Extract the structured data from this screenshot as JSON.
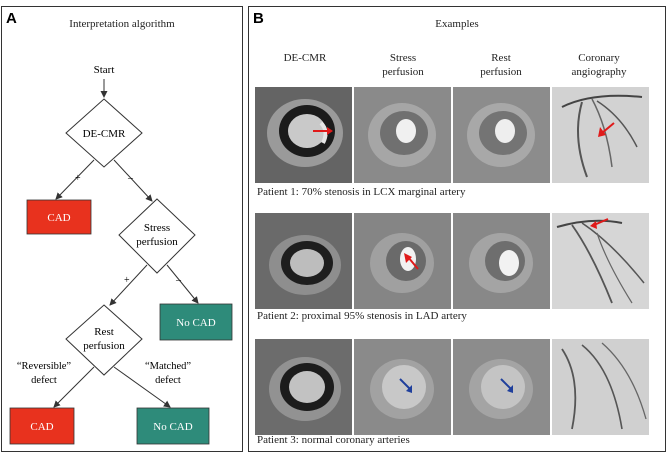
{
  "panel_a": {
    "letter": "A",
    "title": "Interpretation algorithm",
    "start": "Start",
    "decision1": "DE-CMR",
    "d1_plus": "+",
    "d1_minus": "–",
    "cad1": "CAD",
    "decision2_line1": "Stress",
    "decision2_line2": "perfusion",
    "d2_plus": "+",
    "d2_minus": "–",
    "nocad1": "No CAD",
    "decision3_line1": "Rest",
    "decision3_line2": "perfusion",
    "reversible_line1": "“Reversible”",
    "reversible_line2": "defect",
    "matched_line1": "“Matched”",
    "matched_line2": "defect",
    "cad2": "CAD",
    "nocad2": "No CAD"
  },
  "panel_b": {
    "letter": "B",
    "title": "Examples",
    "columns": [
      {
        "line1": "",
        "line2": "DE-CMR"
      },
      {
        "line1": "Stress",
        "line2": "perfusion"
      },
      {
        "line1": "Rest",
        "line2": "perfusion"
      },
      {
        "line1": "Coronary",
        "line2": "angiography"
      }
    ],
    "patients": [
      {
        "caption": "Patient 1: 70% stenosis in LCX marginal artery"
      },
      {
        "caption": "Patient 2: proximal 95% stenosis in LAD artery"
      },
      {
        "caption": "Patient 3: normal coronary arteries"
      }
    ]
  },
  "colors": {
    "cad": "#e8321e",
    "no_cad": "#2e8b7a",
    "arrow_red": "#e01a1a",
    "arrow_blue": "#1f3f9c"
  }
}
